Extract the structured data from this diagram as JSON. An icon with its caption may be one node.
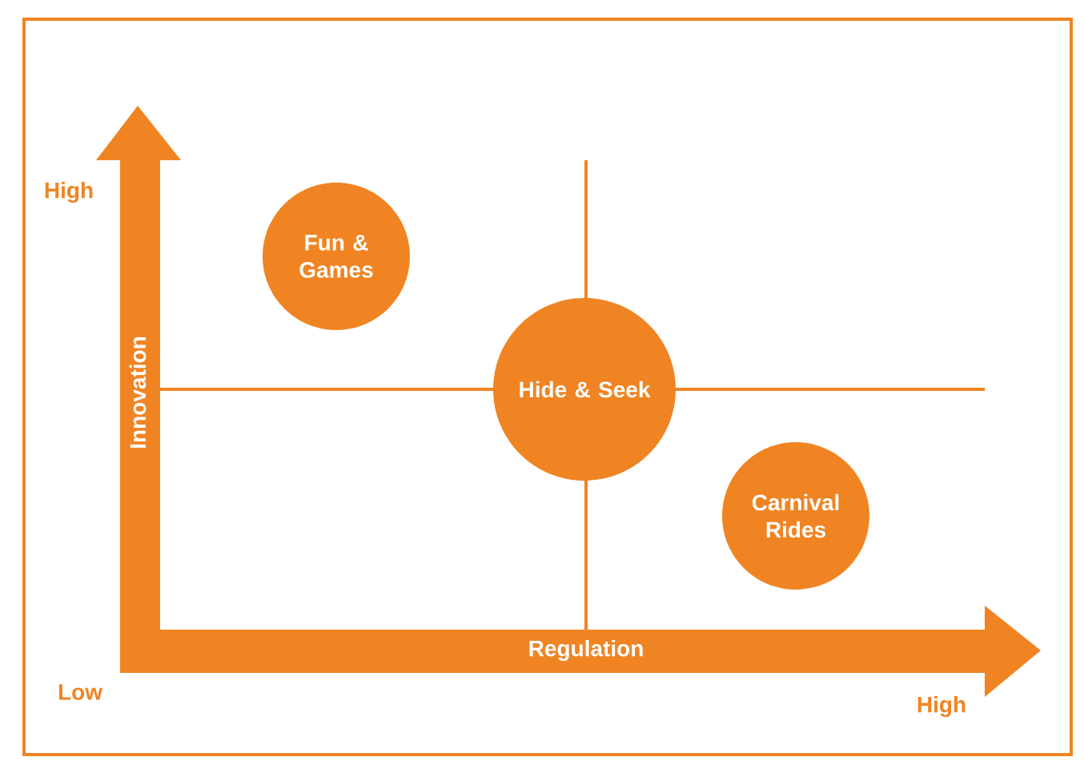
{
  "diagram": {
    "nodes": [
      {
        "text": [
          "Fun & Games"
        ]
      },
      {
        "text": [
          "Hide & Seek"
        ]
      },
      {
        "text": [
          "Carnival Rides"
        ]
      }
    ],
    "labels": [
      "High",
      "Innovation",
      "Low",
      "Regulation",
      "High"
    ]
  }
}
